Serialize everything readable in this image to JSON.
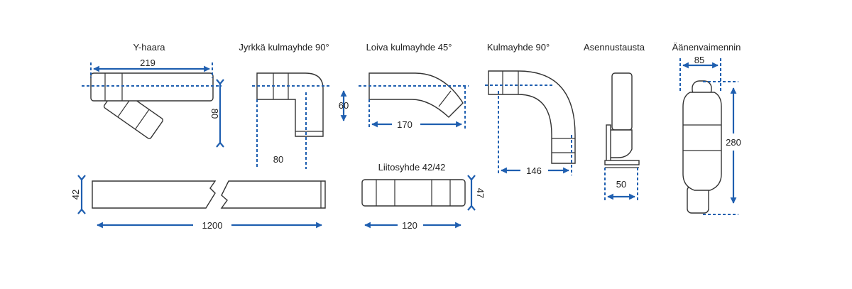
{
  "titles": {
    "y_branch": "Y-haara",
    "steep_elbow": "Jyrkkä kulmayhde 90°",
    "gentle_elbow": "Loiva kulmayhde 45°",
    "elbow": "Kulmayhde 90°",
    "mounting_bracket": "Asennustausta",
    "silencer": "Äänenvaimennin",
    "connector": "Liitosyhde 42/42"
  },
  "dimensions": {
    "y_branch_length": "219",
    "y_branch_height": "80",
    "steep_elbow_width": "80",
    "steep_elbow_height": "60",
    "gentle_elbow_width": "170",
    "elbow_width": "146",
    "bracket_width": "50",
    "silencer_width": "85",
    "silencer_height": "280",
    "pipe_diameter": "42",
    "pipe_length": "1200",
    "connector_length": "120",
    "connector_diameter": "47"
  },
  "colors": {
    "dimension": "#1f5fb0",
    "outline": "#333333"
  }
}
